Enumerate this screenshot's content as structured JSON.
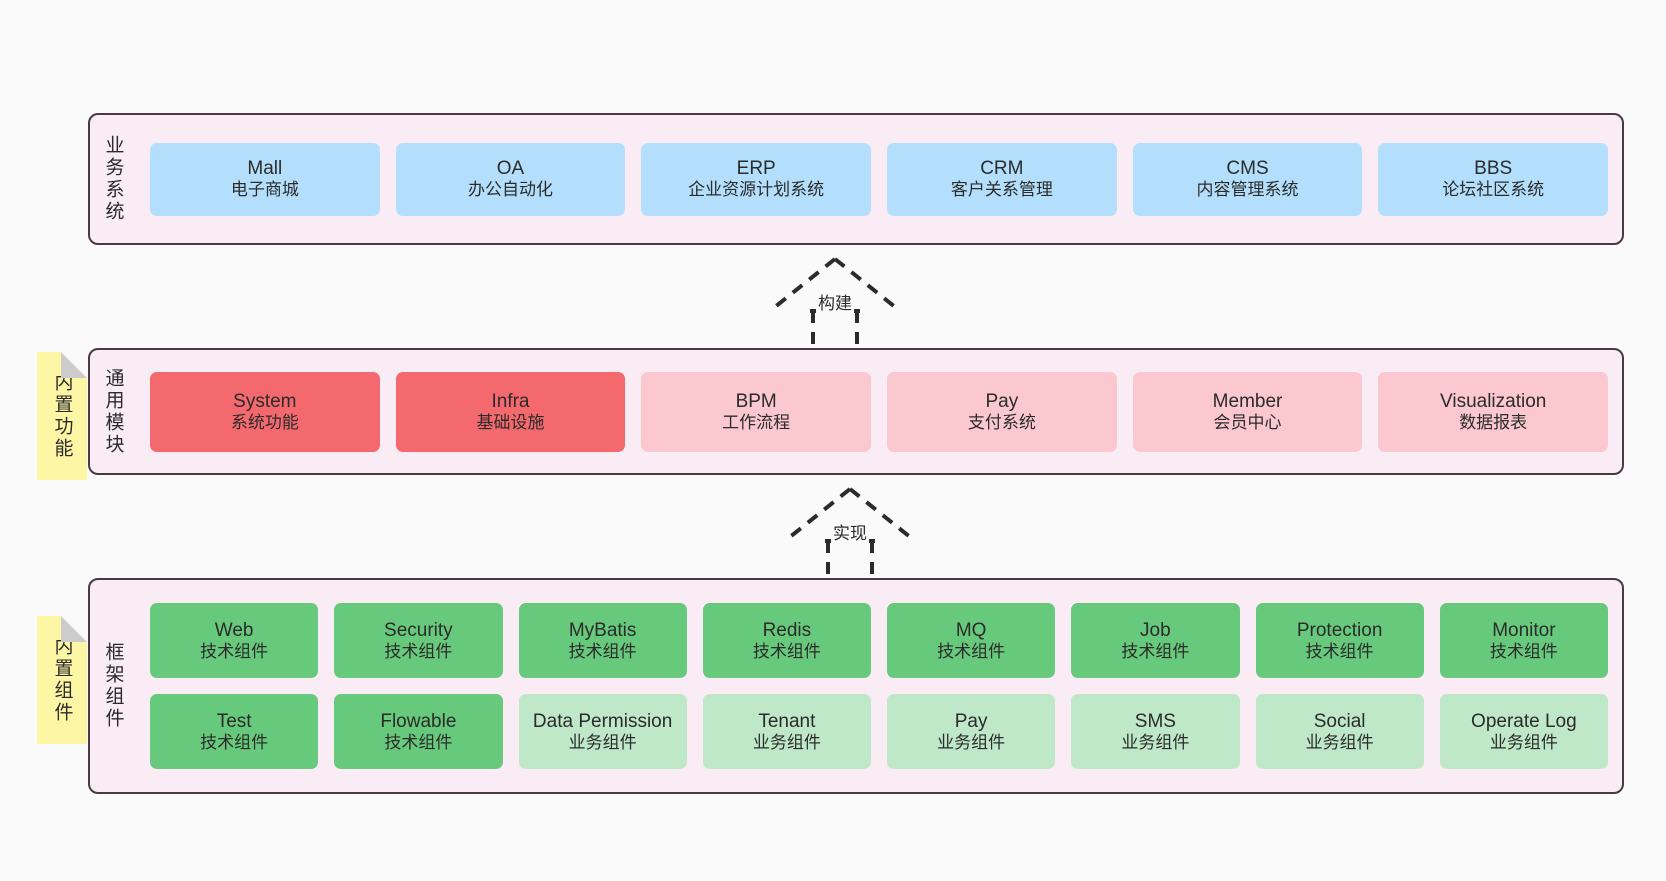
{
  "layers": [
    {
      "id": "business-systems",
      "label": "业务系统",
      "rows": [
        [
          {
            "name": "Mall",
            "sub": "电子商城",
            "color": "blue"
          },
          {
            "name": "OA",
            "sub": "办公自动化",
            "color": "blue"
          },
          {
            "name": "ERP",
            "sub": "企业资源计划系统",
            "color": "blue"
          },
          {
            "name": "CRM",
            "sub": "客户关系管理",
            "color": "blue"
          },
          {
            "name": "CMS",
            "sub": "内容管理系统",
            "color": "blue"
          },
          {
            "name": "BBS",
            "sub": "论坛社区系统",
            "color": "blue"
          }
        ]
      ]
    },
    {
      "id": "common-modules",
      "label": "通用模块",
      "note": "内置功能",
      "rows": [
        [
          {
            "name": "System",
            "sub": "系统功能",
            "color": "red"
          },
          {
            "name": "Infra",
            "sub": "基础设施",
            "color": "red"
          },
          {
            "name": "BPM",
            "sub": "工作流程",
            "color": "pink"
          },
          {
            "name": "Pay",
            "sub": "支付系统",
            "color": "pink"
          },
          {
            "name": "Member",
            "sub": "会员中心",
            "color": "pink"
          },
          {
            "name": "Visualization",
            "sub": "数据报表",
            "color": "pink"
          }
        ]
      ]
    },
    {
      "id": "framework-components",
      "label": "框架组件",
      "note": "内置组件",
      "rows": [
        [
          {
            "name": "Web",
            "sub": "技术组件",
            "color": "green"
          },
          {
            "name": "Security",
            "sub": "技术组件",
            "color": "green"
          },
          {
            "name": "MyBatis",
            "sub": "技术组件",
            "color": "green"
          },
          {
            "name": "Redis",
            "sub": "技术组件",
            "color": "green"
          },
          {
            "name": "MQ",
            "sub": "技术组件",
            "color": "green"
          },
          {
            "name": "Job",
            "sub": "技术组件",
            "color": "green"
          },
          {
            "name": "Protection",
            "sub": "技术组件",
            "color": "green"
          },
          {
            "name": "Monitor",
            "sub": "技术组件",
            "color": "green"
          }
        ],
        [
          {
            "name": "Test",
            "sub": "技术组件",
            "color": "green"
          },
          {
            "name": "Flowable",
            "sub": "技术组件",
            "color": "green"
          },
          {
            "name": "Data Permission",
            "sub": "业务组件",
            "color": "lightgreen"
          },
          {
            "name": "Tenant",
            "sub": "业务组件",
            "color": "lightgreen"
          },
          {
            "name": "Pay",
            "sub": "业务组件",
            "color": "lightgreen"
          },
          {
            "name": "SMS",
            "sub": "业务组件",
            "color": "lightgreen"
          },
          {
            "name": "Social",
            "sub": "业务组件",
            "color": "lightgreen"
          },
          {
            "name": "Operate Log",
            "sub": "业务组件",
            "color": "lightgreen"
          }
        ]
      ]
    }
  ],
  "connectors": [
    {
      "id": "build",
      "label": "构建"
    },
    {
      "id": "implement",
      "label": "实现"
    }
  ],
  "colors": {
    "container_bg": "#f9ecf5",
    "container_border": "#4a3a44",
    "blue": "#b3dffc",
    "red": "#f4696e",
    "pink": "#fac8ce",
    "green": "#67c97c",
    "lightgreen": "#bfe8c8",
    "note_bg": "#fcf6a5",
    "note_fold": "#cccccc",
    "page_bg": "#fafafa"
  }
}
